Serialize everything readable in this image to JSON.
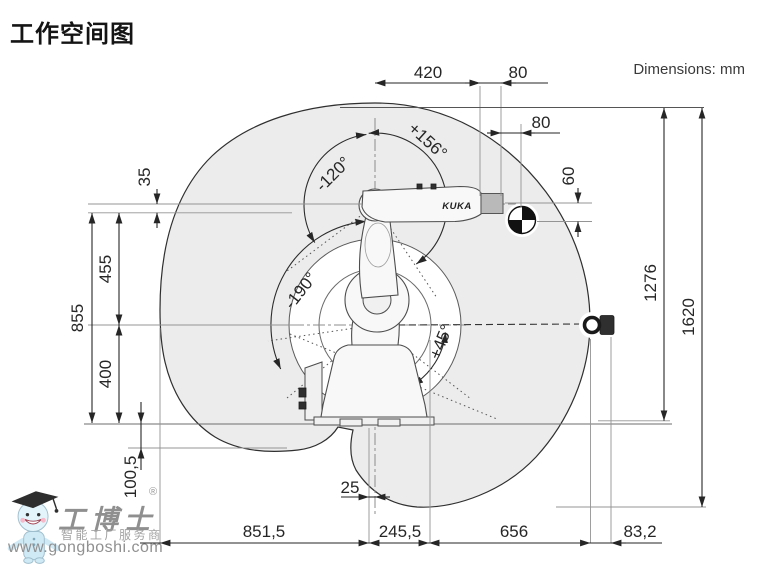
{
  "title": "工作空间图",
  "units_note": "Dimensions: mm",
  "brand": "KUKA",
  "dims": {
    "d420": "420",
    "d80_top": "80",
    "d80_mid": "80",
    "d60": "60",
    "d35": "35",
    "d455": "455",
    "d855": "855",
    "d400": "400",
    "d100_5": "100,5",
    "d1276": "1276",
    "d1620": "1620",
    "d25": "25",
    "d851_5": "851,5",
    "d245_5": "245,5",
    "d656": "656",
    "d83_2": "83,2"
  },
  "angles": {
    "a156": "+156°",
    "a120": "-120°",
    "a190": "-190°",
    "a45": "+45°"
  },
  "watermark": {
    "brand": "工博士",
    "reg": "®",
    "tagline": "智能工厂服务商",
    "url": "www.gongboshi.com"
  },
  "colors": {
    "envelope_fill": "#ececec",
    "outline": "#2f2f2f",
    "dim_line": "#262626",
    "ext_line": "#949494",
    "centerline": "#8c8c8c",
    "robot_fill": "#f8f8f8",
    "robot_stroke": "#4d4d4d",
    "flange_gray": "#b9b9b9",
    "black_part": "#2f2f2f",
    "watermark_text": "#8f8f8f",
    "mascot_blue": "#cfe9f5",
    "mascot_cap": "#2e2e2e",
    "cheek_pink": "#f5b9c9"
  }
}
